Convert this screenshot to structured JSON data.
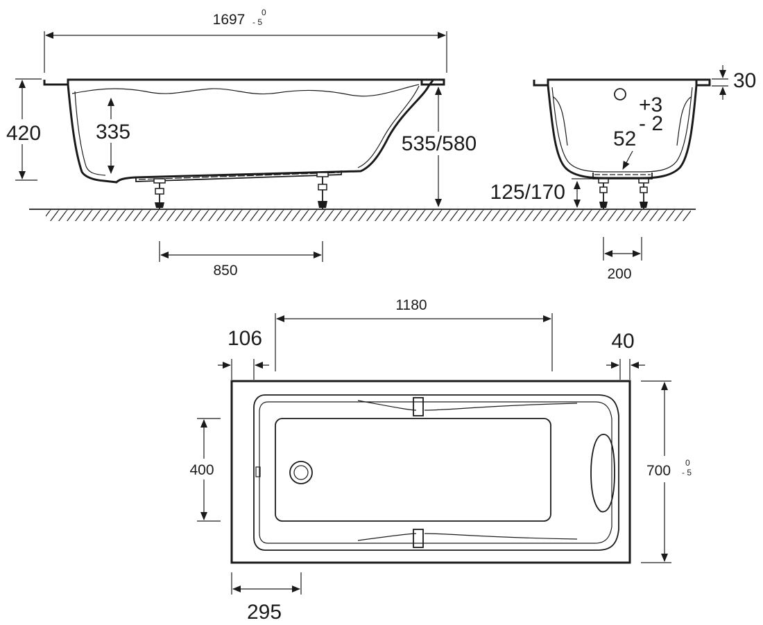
{
  "side_view": {
    "total_length": "1697",
    "total_length_tol_upper": "0",
    "total_length_tol_lower": "- 5",
    "total_height": "420",
    "inner_depth": "335",
    "height_with_legs": "535/580",
    "leg_spacing": "850"
  },
  "end_view": {
    "rim_thickness": "30",
    "slope_tol_upper": "+3",
    "slope_tol_lower": "- 2",
    "slope": "52",
    "leg_height": "125/170",
    "leg_spacing": "200"
  },
  "top_view": {
    "inner_length": "1180",
    "left_rim": "106",
    "right_rim": "40",
    "bottom_width": "400",
    "total_width": "700",
    "total_width_tol_upper": "0",
    "total_width_tol_lower": "- 5",
    "drain_offset": "295"
  },
  "colors": {
    "line": "#1a1a1a",
    "background": "#ffffff"
  }
}
